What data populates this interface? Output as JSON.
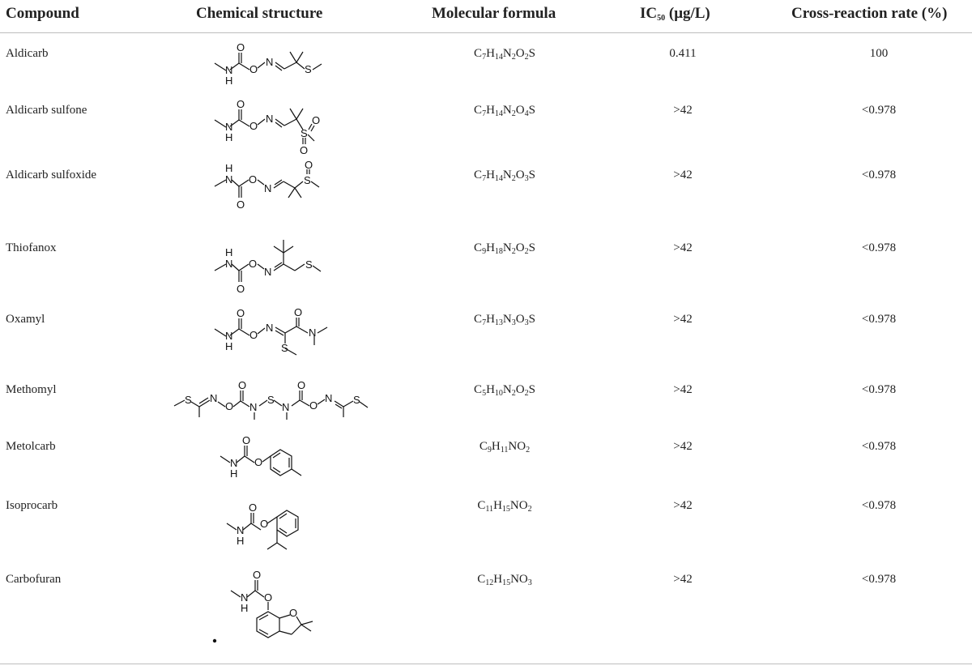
{
  "headers": {
    "compound": "Compound",
    "structure": "Chemical structure",
    "formula": "Molecular formula",
    "ic50_prefix": "IC",
    "ic50_sub": "50",
    "ic50_suffix": " (μg/L)",
    "cross": "Cross-reaction rate (%)"
  },
  "rows": [
    {
      "compound": "Aldicarb",
      "formula": [
        [
          "C",
          ""
        ],
        [
          "7",
          "s"
        ],
        [
          "H",
          ""
        ],
        [
          "14",
          "s"
        ],
        [
          "N",
          ""
        ],
        [
          "2",
          "s"
        ],
        [
          "O",
          ""
        ],
        [
          "2",
          "s"
        ],
        [
          "S",
          ""
        ]
      ],
      "ic50": "0.411",
      "cross": "100"
    },
    {
      "compound": "Aldicarb sulfone",
      "formula": [
        [
          "C",
          ""
        ],
        [
          "7",
          "s"
        ],
        [
          "H",
          ""
        ],
        [
          "14",
          "s"
        ],
        [
          "N",
          ""
        ],
        [
          "2",
          "s"
        ],
        [
          "O",
          ""
        ],
        [
          "4",
          "s"
        ],
        [
          "S",
          ""
        ]
      ],
      "ic50": ">42",
      "cross": "<0.978"
    },
    {
      "compound": "Aldicarb sulfoxide",
      "formula": [
        [
          "C",
          ""
        ],
        [
          "7",
          "s"
        ],
        [
          "H",
          ""
        ],
        [
          "14",
          "s"
        ],
        [
          "N",
          ""
        ],
        [
          "2",
          "s"
        ],
        [
          "O",
          ""
        ],
        [
          "3",
          "s"
        ],
        [
          "S",
          ""
        ]
      ],
      "ic50": ">42",
      "cross": "<0.978"
    },
    {
      "compound": "Thiofanox",
      "formula": [
        [
          "C",
          ""
        ],
        [
          "9",
          "s"
        ],
        [
          "H",
          ""
        ],
        [
          "18",
          "s"
        ],
        [
          "N",
          ""
        ],
        [
          "2",
          "s"
        ],
        [
          "O",
          ""
        ],
        [
          "2",
          "s"
        ],
        [
          "S",
          ""
        ]
      ],
      "ic50": ">42",
      "cross": "<0.978"
    },
    {
      "compound": "Oxamyl",
      "formula": [
        [
          "C",
          ""
        ],
        [
          "7",
          "s"
        ],
        [
          "H",
          ""
        ],
        [
          "13",
          "s"
        ],
        [
          "N",
          ""
        ],
        [
          "3",
          "s"
        ],
        [
          "O",
          ""
        ],
        [
          "3",
          "s"
        ],
        [
          "S",
          ""
        ]
      ],
      "ic50": ">42",
      "cross": "<0.978"
    },
    {
      "compound": "Methomyl",
      "formula": [
        [
          "C",
          ""
        ],
        [
          "5",
          "s"
        ],
        [
          "H",
          ""
        ],
        [
          "10",
          "s"
        ],
        [
          "N",
          ""
        ],
        [
          "2",
          "s"
        ],
        [
          "O",
          ""
        ],
        [
          "2",
          "s"
        ],
        [
          "S",
          ""
        ]
      ],
      "ic50": ">42",
      "cross": "<0.978"
    },
    {
      "compound": "Metolcarb",
      "formula": [
        [
          "C",
          ""
        ],
        [
          "9",
          "s"
        ],
        [
          "H",
          ""
        ],
        [
          "11",
          "s"
        ],
        [
          "NO",
          ""
        ],
        [
          "2",
          "s"
        ]
      ],
      "ic50": ">42",
      "cross": "<0.978"
    },
    {
      "compound": "Isoprocarb",
      "formula": [
        [
          "C",
          ""
        ],
        [
          "11",
          "s"
        ],
        [
          "H",
          ""
        ],
        [
          "15",
          "s"
        ],
        [
          "NO",
          ""
        ],
        [
          "2",
          "s"
        ]
      ],
      "ic50": ">42",
      "cross": "<0.978"
    },
    {
      "compound": "Carbofuran",
      "formula": [
        [
          "C",
          ""
        ],
        [
          "12",
          "s"
        ],
        [
          "H",
          ""
        ],
        [
          "15",
          "s"
        ],
        [
          "NO",
          ""
        ],
        [
          "3",
          "s"
        ]
      ],
      "ic50": ">42",
      "cross": "<0.978"
    }
  ],
  "atoms": {
    "O": "O",
    "N": "N",
    "H": "H",
    "S": "S"
  }
}
